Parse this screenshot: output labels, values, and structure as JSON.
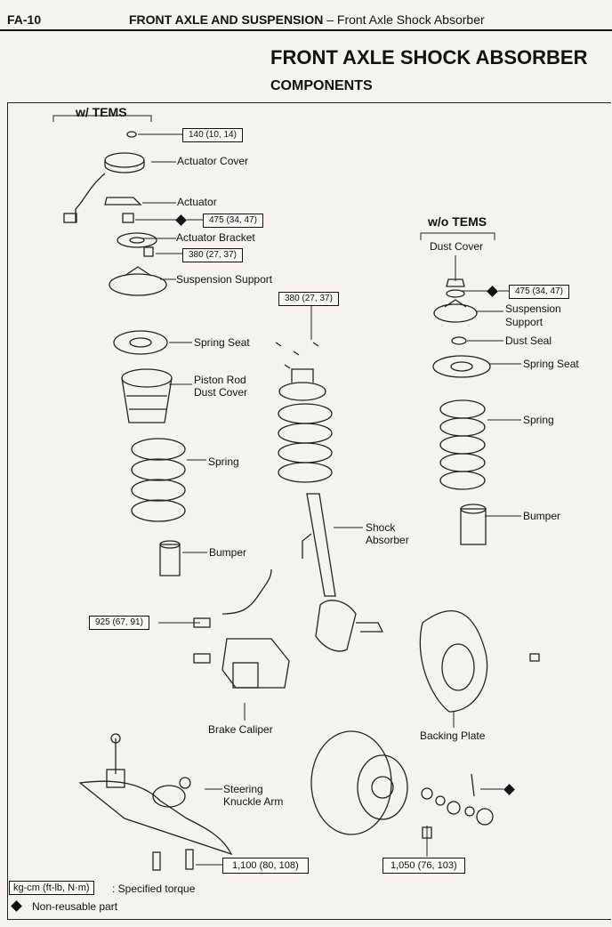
{
  "header": {
    "page_code": "FA-10",
    "section": "FRONT AXLE AND SUSPENSION",
    "separator": "–",
    "subsection": "Front Axle Shock Absorber"
  },
  "title": "FRONT AXLE SHOCK ABSORBER",
  "subtitle": "COMPONENTS",
  "with_tems": {
    "heading": "w/ TEMS",
    "labels": {
      "actuator_cover": "Actuator Cover",
      "actuator": "Actuator",
      "actuator_bracket": "Actuator Bracket",
      "suspension_support": "Suspension Support",
      "spring_seat": "Spring Seat",
      "piston_rod_dust_cover_1": "Piston Rod",
      "piston_rod_dust_cover_2": "Dust Cover",
      "spring": "Spring",
      "bumper": "Bumper"
    },
    "torques": {
      "actuator_cover": "140 (10, 14)",
      "actuator_nut": "475 (34, 47)",
      "bracket": "380 (27, 37)"
    }
  },
  "center": {
    "torque_top": "380 (27, 37)",
    "shock_1": "Shock",
    "shock_2": "Absorber",
    "caliper_torque": "925 (67, 91)",
    "brake_caliper": "Brake Caliper",
    "knuckle_1": "Steering",
    "knuckle_2": "Knuckle Arm",
    "knuckle_torque": "1,100 (80, 108)",
    "backing_plate": "Backing Plate",
    "hub_torque": "1,050 (76, 103)"
  },
  "without_tems": {
    "heading": "w/o TEMS",
    "labels": {
      "dust_cover": "Dust Cover",
      "suspension_support_1": "Suspension",
      "suspension_support_2": "Support",
      "dust_seal": "Dust Seal",
      "spring_seat": "Spring Seat",
      "spring": "Spring",
      "bumper": "Bumper"
    },
    "torque": "475 (34, 47)"
  },
  "legend": {
    "torque_unit": "kg-cm (ft-lb, N·m)",
    "torque_desc": ": Specified torque",
    "nonreusable": "Non-reusable part"
  }
}
